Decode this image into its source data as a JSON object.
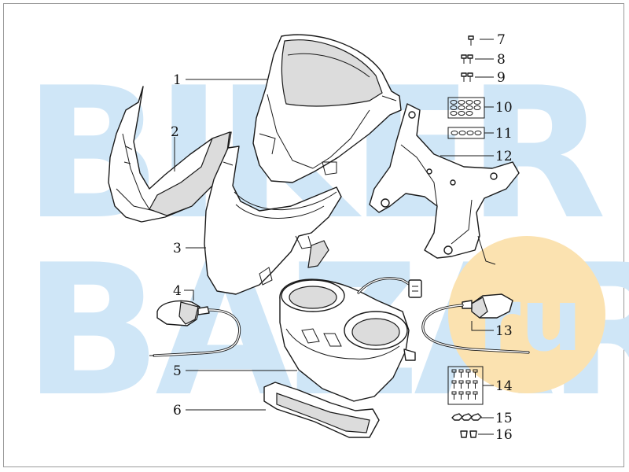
{
  "watermark": {
    "text_top": "BIKER",
    "text_bottom": "BAZAR",
    "badge": "ru",
    "color": "#cfe6f7",
    "badge_color": "#fbe2b0"
  },
  "callouts": [
    {
      "id": "1",
      "label": "1"
    },
    {
      "id": "2",
      "label": "2"
    },
    {
      "id": "3",
      "label": "3"
    },
    {
      "id": "4",
      "label": "4"
    },
    {
      "id": "5",
      "label": "5"
    },
    {
      "id": "6",
      "label": "6"
    },
    {
      "id": "7",
      "label": "7"
    },
    {
      "id": "8",
      "label": "8"
    },
    {
      "id": "9",
      "label": "9"
    },
    {
      "id": "10",
      "label": "10"
    },
    {
      "id": "11",
      "label": "11"
    },
    {
      "id": "12",
      "label": "12"
    },
    {
      "id": "13",
      "label": "13"
    },
    {
      "id": "14",
      "label": "14"
    },
    {
      "id": "15",
      "label": "15"
    },
    {
      "id": "16",
      "label": "16"
    }
  ]
}
